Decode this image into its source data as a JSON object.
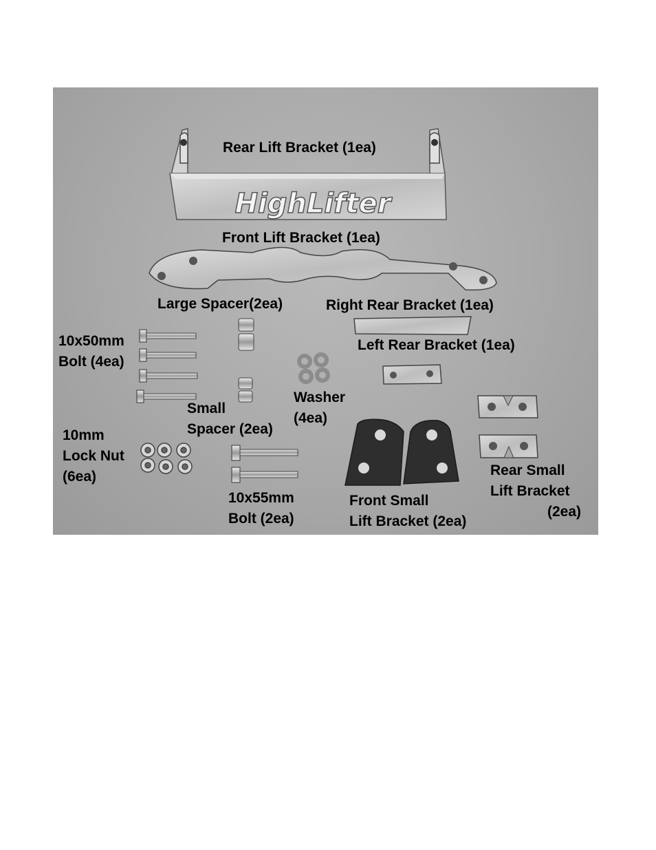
{
  "labels": {
    "rear_lift_bracket": "Rear Lift Bracket (1ea)",
    "front_lift_bracket": "Front Lift Bracket (1ea)",
    "large_spacer": "Large Spacer(2ea)",
    "right_rear_bracket": "Right Rear Bracket (1ea)",
    "bolt_10x50_size": "10x50mm",
    "bolt_10x50_qty": "Bolt (4ea)",
    "left_rear_bracket": "Left Rear Bracket (1ea)",
    "washer_name": "Washer",
    "washer_qty": "(4ea)",
    "small_spacer_name": "Small",
    "small_spacer_qty": "Spacer (2ea)",
    "lock_nut_size": "10mm",
    "lock_nut_name": "Lock Nut",
    "lock_nut_qty": "(6ea)",
    "bolt_10x55_size": "10x55mm",
    "bolt_10x55_qty": "Bolt (2ea)",
    "front_small_name": "Front Small",
    "front_small_qty": "Lift Bracket (2ea)",
    "rear_small_name": "Rear Small",
    "rear_small_name2": "Lift Bracket",
    "rear_small_qty": "(2ea)"
  },
  "logo_text": "HighLifter",
  "colors": {
    "background": "#a9a9a9",
    "metal": "#c9c9c9",
    "dark_metal": "#2e2e2e",
    "text": "#000000"
  }
}
